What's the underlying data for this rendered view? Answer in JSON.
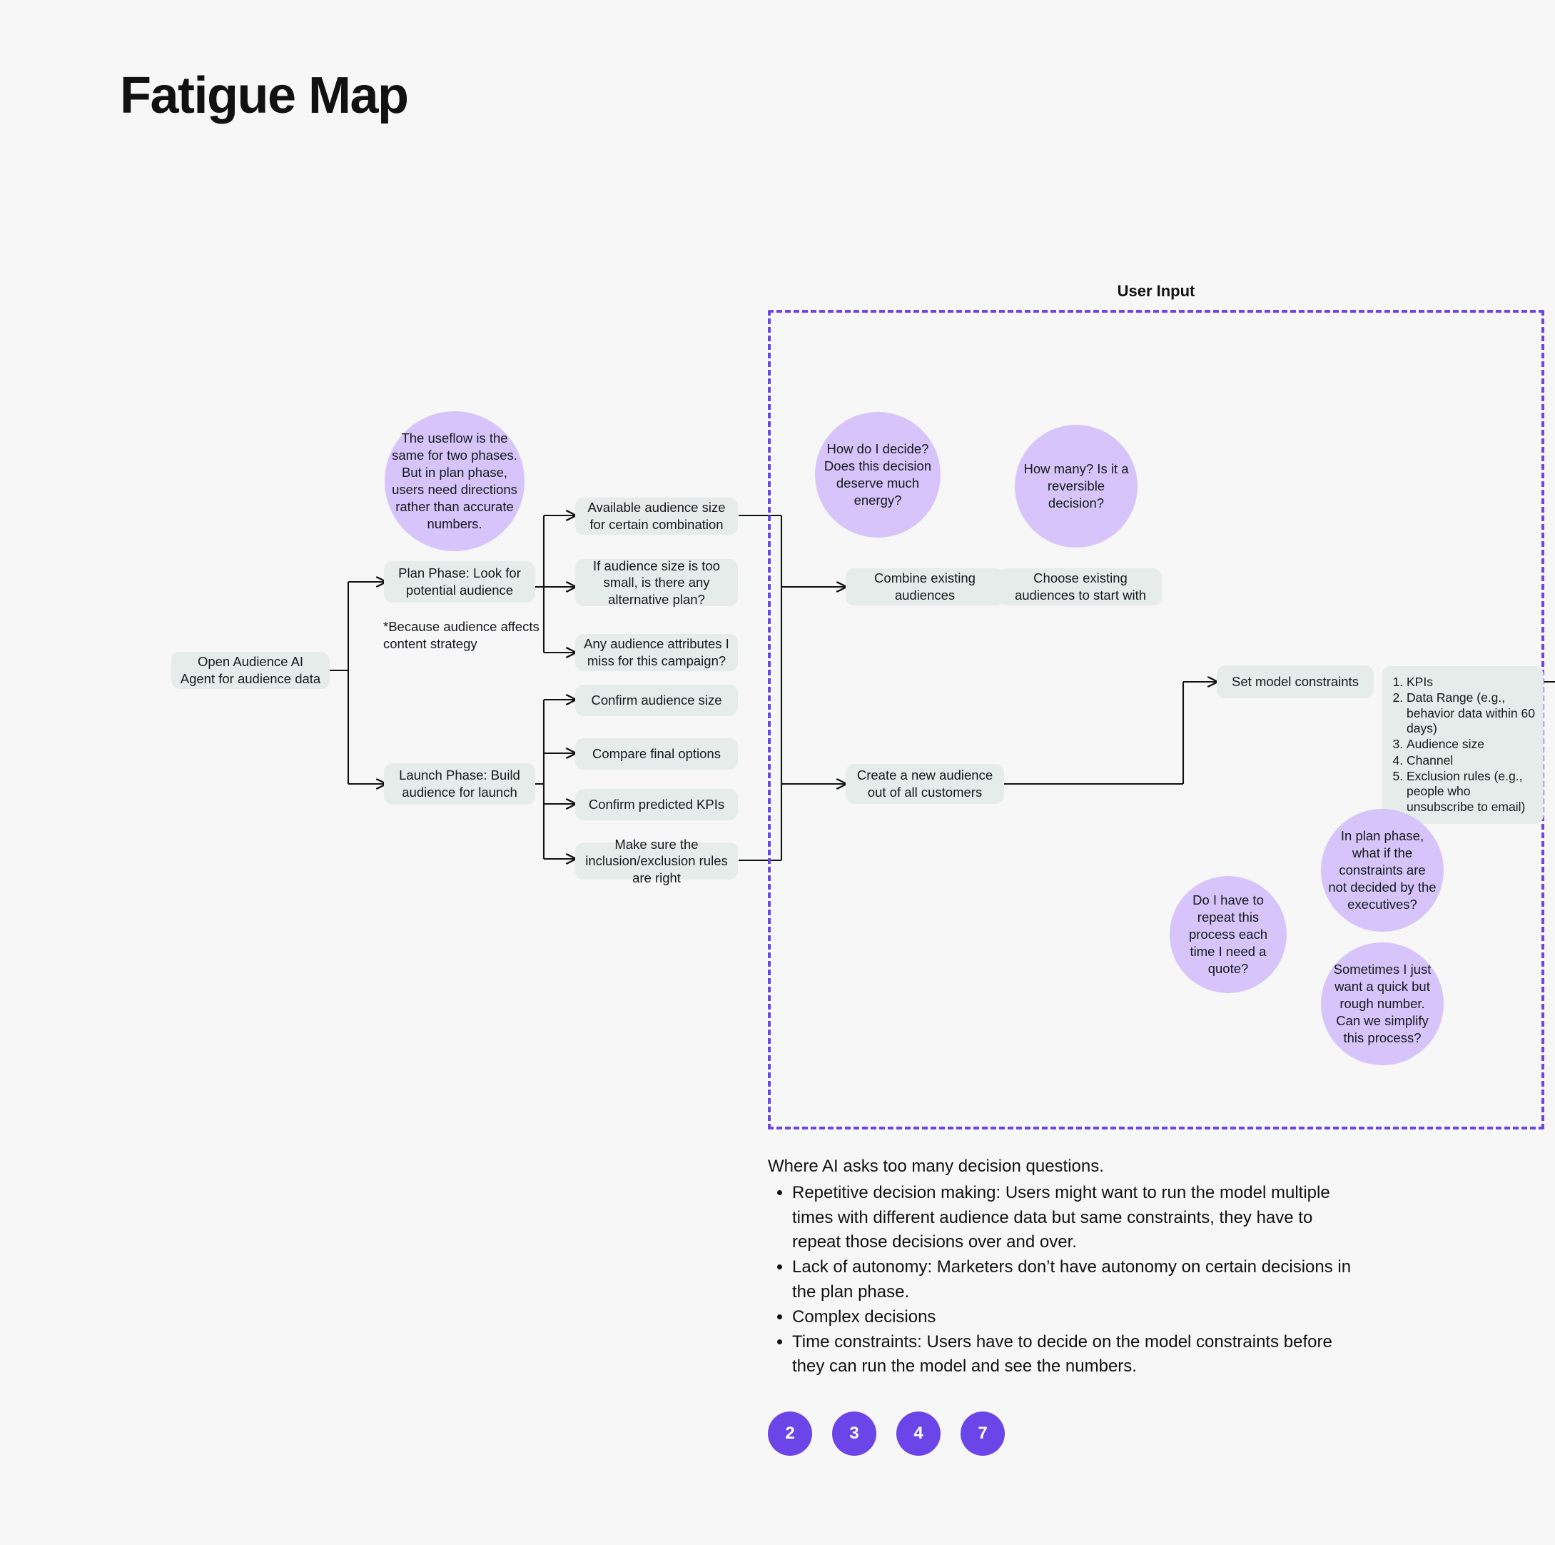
{
  "page": {
    "title": "Fatigue Map",
    "background_color": "#f7f7f7"
  },
  "colors": {
    "node_fill": "#e5ecea",
    "bubble_fill": "#d6c4fa",
    "accent_purple": "#6c45e8",
    "text": "#16191d"
  },
  "region": {
    "label": "User Input",
    "border_style": "dashed",
    "border_color": "#6c45e8"
  },
  "flow": {
    "start_node": "Open Audience AI Agent for audience data",
    "phases": [
      {
        "label": "Plan Phase: Look for potential audience"
      },
      {
        "label": "Launch Phase: Build audience for launch"
      }
    ],
    "plan_footnote": "*Because audience affects content strategy",
    "plan_steps": [
      "Available audience size for certain combination",
      "If audience size is too small, is there any alternative plan?",
      "Any audience attributes I miss for this campaign?"
    ],
    "launch_steps": [
      "Confirm audience size",
      "Compare final options",
      "Confirm predicted KPIs",
      "Make sure the inclusion/exclusion rules are right"
    ],
    "user_input_steps": [
      "Combine existing audiences",
      "Choose existing audiences to start with",
      "Create a new audience out of all customers",
      "Set model constraints"
    ],
    "constraints_list": [
      "KPIs",
      "Data Range (e.g., behavior data within 60 days)",
      "Audience size",
      "Channel",
      "Exclusion rules (e.g., people who unsubscribe to email)"
    ]
  },
  "bubbles": [
    {
      "text": "The useflow is the same for two phases. But in plan phase, users need directions rather than accurate numbers."
    },
    {
      "text": "How do I decide? Does this decision deserve much energy?"
    },
    {
      "text": "How many? Is it a reversible decision?"
    },
    {
      "text": "In plan phase, what if the constraints are not decided by the executives?"
    },
    {
      "text": "Do I have to repeat this process each time I need a quote?"
    },
    {
      "text": "Sometimes I just want a quick but rough number. Can we simplify this process?"
    }
  ],
  "notes": {
    "heading": "Where AI asks too many decision questions.",
    "bullets": [
      "Repetitive decision making: Users might want to run the model multiple times with different audience data but same constraints, they have to repeat those decisions over and over.",
      "Lack of autonomy: Marketers don’t have autonomy on certain decisions in the plan phase.",
      "Complex decisions",
      "Time constraints: Users have to decide on the model constraints before they can run the model and see the numbers."
    ]
  },
  "badges": [
    "2",
    "3",
    "4",
    "7"
  ]
}
